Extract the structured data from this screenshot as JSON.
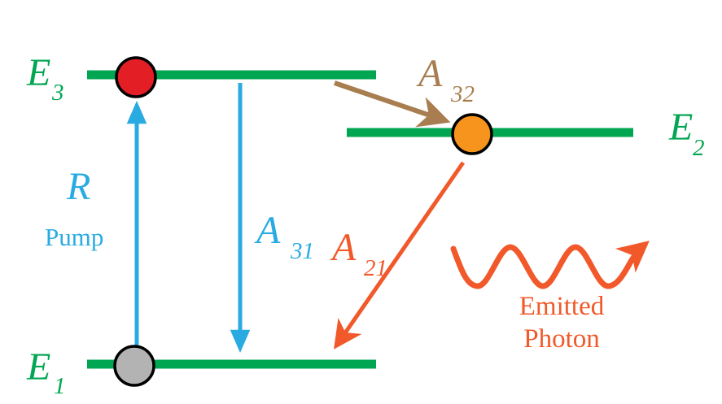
{
  "levels": [
    {
      "id": "E3",
      "main": "E",
      "sub": "3",
      "dot_color": "#E31E24"
    },
    {
      "id": "E2",
      "main": "E",
      "sub": "2",
      "dot_color": "#F7941E"
    },
    {
      "id": "E1",
      "main": "E",
      "sub": "1",
      "dot_color": "#B3B3B3"
    }
  ],
  "pump": {
    "symbol": "R",
    "label": "Pump",
    "color": "#29ABE2"
  },
  "transitions": {
    "a31": {
      "main": "A",
      "sub": "31",
      "color": "#29ABE2"
    },
    "a32": {
      "main": "A",
      "sub": "32",
      "color": "#A87D50"
    },
    "a21": {
      "main": "A",
      "sub": "21",
      "color": "#F1592A"
    }
  },
  "photon": {
    "label_line1": "Emitted",
    "label_line2": "Photon",
    "color": "#F1592A"
  },
  "colors": {
    "level_line_green": "#00A651",
    "pump_blue": "#29ABE2",
    "spontaneous_brown": "#A87D50",
    "emission_orange": "#F1592A",
    "dot_red": "#E31E24",
    "dot_orange": "#F7941E",
    "dot_gray": "#B3B3B3",
    "dot_outline": "#000000",
    "background": "#FFFFFF"
  }
}
